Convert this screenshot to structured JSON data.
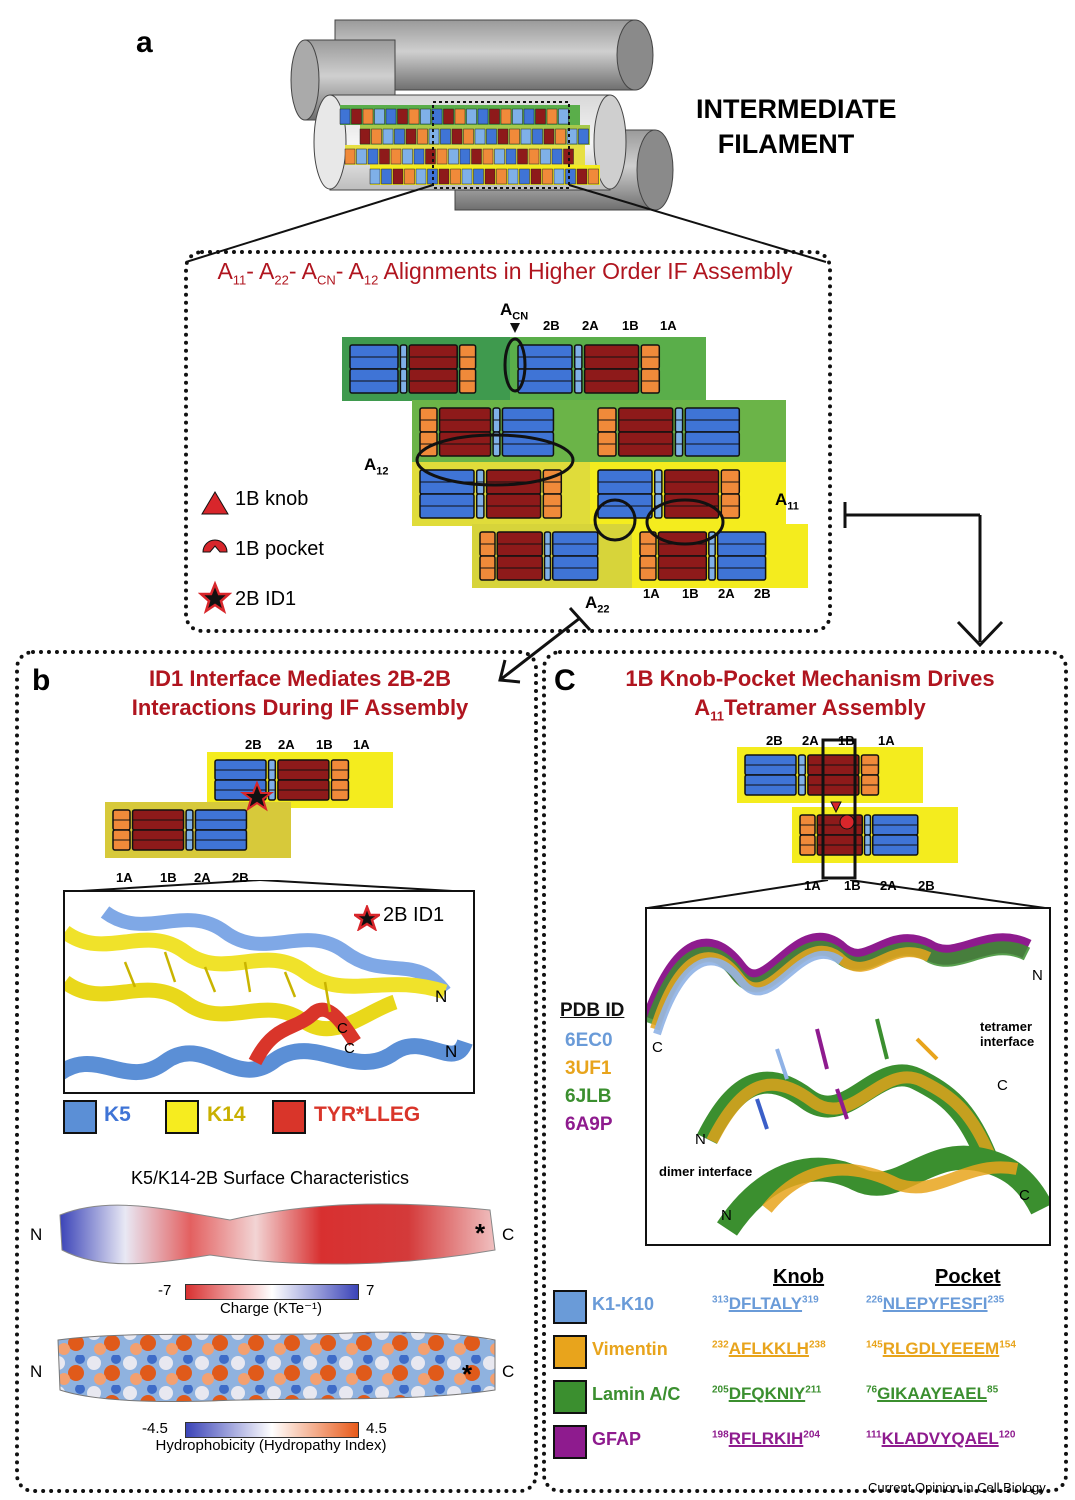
{
  "panel_a": {
    "label": "a",
    "filament_title_1": "INTERMEDIATE",
    "filament_title_2": "FILAMENT",
    "alignment_title": "A11- A22- ACN- A12 Alignments in Higher Order IF Assembly",
    "segments_top": [
      "2B",
      "2A",
      "1B",
      "1A"
    ],
    "segments_bottom": [
      "1A",
      "1B",
      "2A",
      "2B"
    ],
    "markers": {
      "acn": "ACN",
      "a12": "A12",
      "a11": "A11",
      "a22": "A22"
    },
    "legend": [
      {
        "icon": "red-triangle-icon",
        "label": "1B knob"
      },
      {
        "icon": "red-pocket-icon",
        "label": "1B pocket"
      },
      {
        "icon": "red-star-icon",
        "label": "2B ID1"
      }
    ]
  },
  "panel_b": {
    "label": "b",
    "title_1": "ID1 Interface Mediates 2B-2B",
    "title_2": "Interactions During IF Assembly",
    "segments_top": [
      "2B",
      "2A",
      "1B",
      "1A"
    ],
    "segments_bottom": [
      "1A",
      "1B",
      "2A",
      "2B"
    ],
    "inset_legend": "2B ID1",
    "termini": {
      "n1": "N",
      "n2": "N",
      "c1": "C",
      "c2": "C"
    },
    "color_key": [
      {
        "label": "K5",
        "color": "#5b8fd6"
      },
      {
        "label": "K14",
        "color": "#f6ec1f"
      },
      {
        "label": "TYR*LLEG",
        "color": "#d9352a"
      }
    ],
    "surface_title": "K5/K14-2B Surface Characteristics",
    "charge_scale": {
      "min": "-7",
      "max": "7",
      "label": "Charge (KTe⁻¹)"
    },
    "hydro_scale": {
      "min": "-4.5",
      "max": "4.5",
      "label": "Hydrophobicity (Hydropathy Index)"
    },
    "surface_termini": {
      "n": "N",
      "c": "C"
    }
  },
  "panel_c": {
    "label": "C",
    "title_1": "1B Knob-Pocket Mechanism Drives",
    "title_2": "A11Tetramer Assembly",
    "segments_top": [
      "2B",
      "2A",
      "1B",
      "1A"
    ],
    "segments_bottom": [
      "1A",
      "1B",
      "2A",
      "2B"
    ],
    "pdb_title": "PDB ID",
    "pdb_ids": [
      {
        "id": "6EC0",
        "color": "#6a9bd8"
      },
      {
        "id": "3UF1",
        "color": "#e8a41c"
      },
      {
        "id": "6JLB",
        "color": "#3b8f2f"
      },
      {
        "id": "6A9P",
        "color": "#8e1b8e"
      }
    ],
    "interface_labels": {
      "tetramer": "tetramer interface",
      "dimer": "dimer interface"
    },
    "termini": {
      "n": "N",
      "c": "C"
    },
    "col_knob": "Knob",
    "col_pocket": "Pocket",
    "rows": [
      {
        "name": "K1-K10",
        "color": "#6a9bd8",
        "knob_start": "313",
        "knob": "DFLTALY",
        "knob_end": "319",
        "pocket_start": "226",
        "pocket": "NLEPYFESFI",
        "pocket_end": "235"
      },
      {
        "name": "Vimentin",
        "color": "#e8a41c",
        "knob_start": "232",
        "knob": "AFLKKLH",
        "knob_end": "238",
        "pocket_start": "145",
        "pocket": "RLGDLYEEEM",
        "pocket_end": "154"
      },
      {
        "name": "Lamin A/C",
        "color": "#3b8f2f",
        "knob_start": "205",
        "knob": "DFQKNIY",
        "knob_end": "211",
        "pocket_start": "76",
        "pocket": "GIKAAYEAEL",
        "pocket_end": "85"
      },
      {
        "name": "GFAP",
        "color": "#8e1b8e",
        "knob_start": "198",
        "knob": "RFLRKIH",
        "knob_end": "204",
        "pocket_start": "111",
        "pocket": "KLADVYQAEL",
        "pocket_end": "120"
      }
    ]
  },
  "credit": "Current Opinion in Cell Biology",
  "colors": {
    "red_title": "#b0151f",
    "blue_helix": "#3f74d6",
    "red_helix": "#8e1a1a",
    "orange": "#f08a3a",
    "yellow_bg": "#f4ec1e",
    "green_bg": "#5aae4a"
  }
}
